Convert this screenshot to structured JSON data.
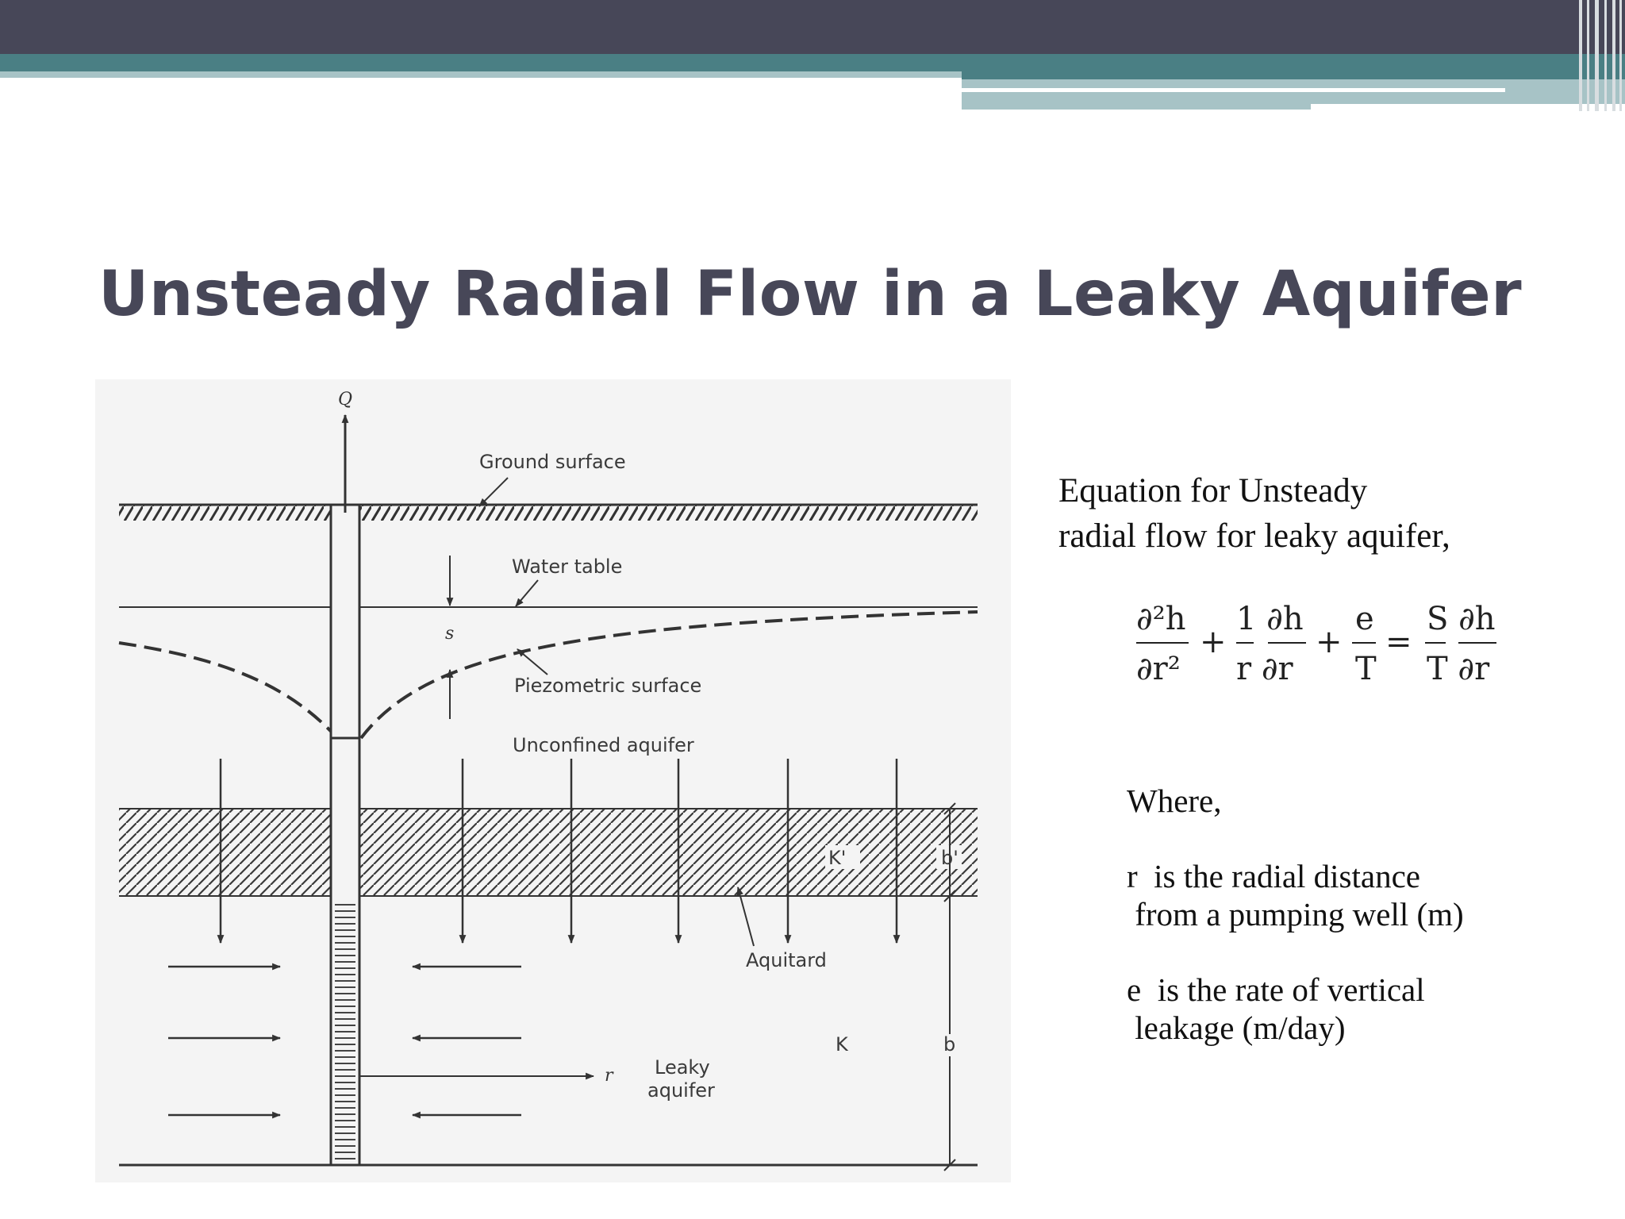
{
  "slide": {
    "title": "Unsteady Radial Flow in a Leaky Aquifer",
    "colors": {
      "dark_bar": "#474758",
      "teal_bar": "#4a7f84",
      "light_bar": "#a7c3c6",
      "title": "#474758"
    }
  },
  "diagram": {
    "labels": {
      "q": "Q",
      "ground_surface": "Ground surface",
      "water_table": "Water table",
      "s": "s",
      "piezometric_surface": "Piezometric surface",
      "unconfined_aquifer": "Unconfined aquifer",
      "k_prime": "K'",
      "b_prime": "b'",
      "aquitard": "Aquitard",
      "k": "K",
      "b": "b",
      "r": "r",
      "leaky_line1": "Leaky",
      "leaky_line2": "aquifer"
    }
  },
  "equation": {
    "intro_line1": "Equation for Unsteady",
    "intro_line2": "radial flow for leaky aquifer,",
    "term1_num": "∂²h",
    "term1_den": "∂r²",
    "term2_num": "1 ∂h",
    "term2_den": "r ∂r",
    "term3_num": "e",
    "term3_den": "T",
    "rhs_num": "S ∂h",
    "rhs_den": "T ∂r",
    "plus": "+",
    "equals": "="
  },
  "definitions": {
    "where": "Where,",
    "r_line1": "r  is the radial distance",
    "r_line2": " from a pumping well (m)",
    "e_line1": "e  is the rate of vertical",
    "e_line2": " leakage (m/day)"
  }
}
